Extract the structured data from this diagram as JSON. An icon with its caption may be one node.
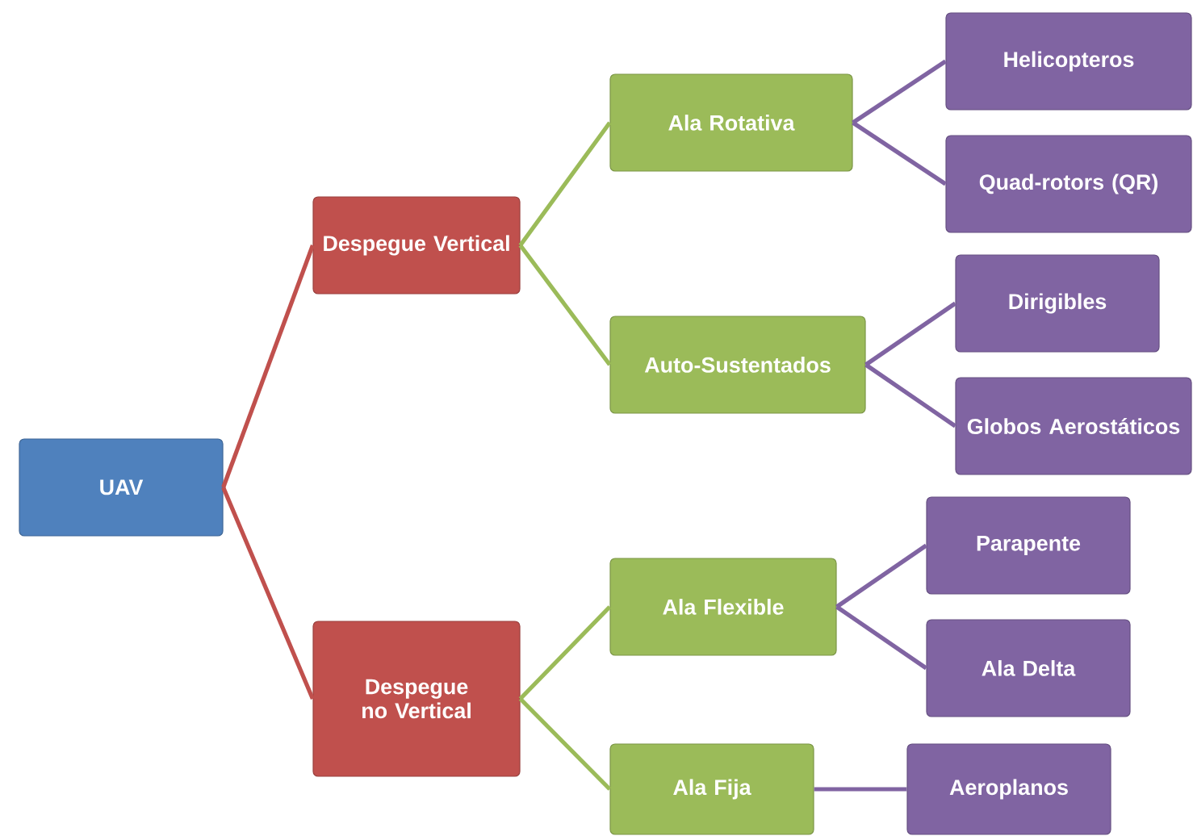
{
  "diagram": {
    "nodes": [
      {
        "text": [
          "UAV"
        ]
      },
      {
        "text": [
          "Despegue Vertical"
        ]
      },
      {
        "text": [
          "Ala Rotativa"
        ]
      },
      {
        "text": [
          "Helicopteros"
        ]
      },
      {
        "text": [
          "Quad-rotors (QR)"
        ]
      },
      {
        "text": [
          "Auto-Sustentados"
        ]
      },
      {
        "text": [
          "Dirigibles"
        ]
      },
      {
        "text": [
          "Globos Aerostáticos"
        ]
      },
      {
        "text": [
          "Despegue no Vertical"
        ]
      },
      {
        "text": [
          "Ala Flexible"
        ]
      },
      {
        "text": [
          "Parapente"
        ]
      },
      {
        "text": [
          "Ala Delta"
        ]
      },
      {
        "text": [
          "Ala Fija"
        ]
      },
      {
        "text": [
          "Aeroplanos"
        ]
      }
    ],
    "edges": [
      {
        "from": 0,
        "to": 1,
        "arrow": "none",
        "color": "#c0504d"
      },
      {
        "from": 0,
        "to": 8,
        "arrow": "none",
        "color": "#c0504d"
      },
      {
        "from": 1,
        "to": 2,
        "arrow": "none",
        "color": "#9bbb59"
      },
      {
        "from": 1,
        "to": 5,
        "arrow": "none",
        "color": "#9bbb59"
      },
      {
        "from": 2,
        "to": 3,
        "arrow": "none"
      },
      {
        "from": 2,
        "to": 4,
        "arrow": "none"
      },
      {
        "from": 5,
        "to": 6,
        "arrow": "none"
      },
      {
        "from": 5,
        "to": 7,
        "arrow": "none"
      },
      {
        "from": 8,
        "to": 9,
        "arrow": "none",
        "color": "#9bbb59"
      },
      {
        "from": 8,
        "to": 12,
        "arrow": "none",
        "color": "#9bbb59"
      },
      {
        "from": 9,
        "to": 10,
        "arrow": "none"
      },
      {
        "from": 9,
        "to": 11,
        "arrow": "none"
      },
      {
        "from": 12,
        "to": 13,
        "arrow": "none"
      }
    ]
  }
}
